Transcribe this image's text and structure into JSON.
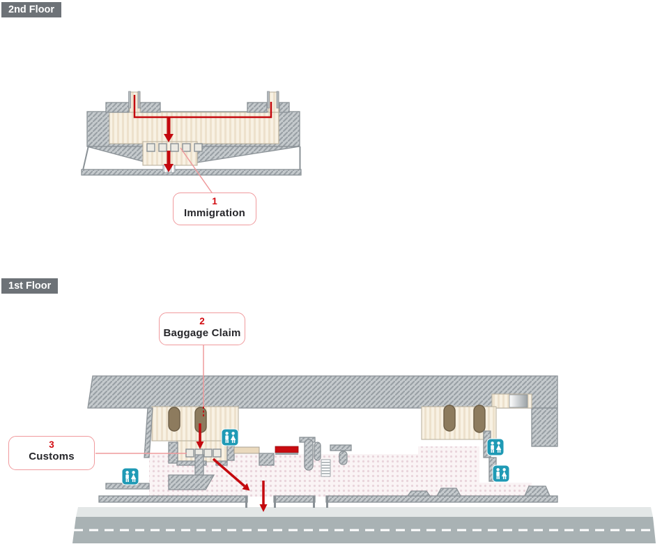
{
  "floors": {
    "second": {
      "badge_label": "2nd Floor"
    },
    "first": {
      "badge_label": "1st Floor"
    }
  },
  "callouts": {
    "immigration": {
      "number": "1",
      "label": "Immigration"
    },
    "baggage_claim": {
      "number": "2",
      "label": "Baggage Claim"
    },
    "customs": {
      "number": "3",
      "label": "Customs"
    }
  },
  "icons": {
    "restroom": "restroom-icon"
  },
  "route": {
    "description_numbers": [
      "1",
      "2",
      "3"
    ]
  },
  "colors": {
    "badge_bg": "#6d7277",
    "wall_fill": "#c5cacd",
    "wall_hatch": "#99a0a5",
    "wall_edge": "#8a9196",
    "corridor_fill": "#f8f1e3",
    "corridor_stripe": "#ede1cc",
    "floor_fill": "#faf4f5",
    "floor_dot": "#e9d4db",
    "route_red": "#c4090e",
    "leader_pink": "#ef9a9c",
    "callout_border": "#f09a9d",
    "callout_number": "#d20a10",
    "callout_text": "#26262a",
    "carousel_brown": "#8d7b5e",
    "restroom_teal": "#1f9ab5",
    "road_gray": "#a9b2b4",
    "sidewalk_gray": "#e3e7e7",
    "counter_red": "#c90b10",
    "counter_beige": "#ead9bd"
  }
}
